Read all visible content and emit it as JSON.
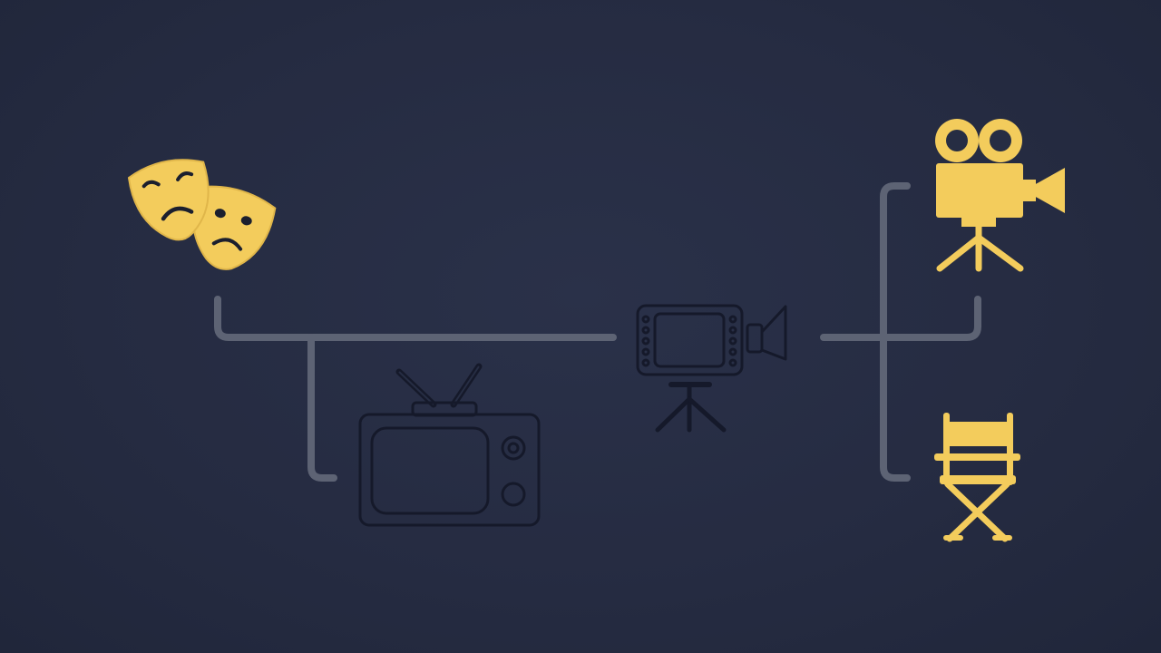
{
  "diagram": {
    "nodes": [
      {
        "id": "theater",
        "icon": "theater-masks-icon",
        "style": "accent"
      },
      {
        "id": "television",
        "icon": "retro-tv-icon",
        "style": "dark"
      },
      {
        "id": "video-camera",
        "icon": "video-camera-on-tripod-icon",
        "style": "dark"
      },
      {
        "id": "film-camera",
        "icon": "film-camera-on-tripod-icon",
        "style": "accent"
      },
      {
        "id": "directors-chair",
        "icon": "directors-chair-icon",
        "style": "accent"
      }
    ],
    "edges": [
      {
        "from": "theater",
        "to": "television"
      },
      {
        "from": "theater",
        "to": "video-camera"
      },
      {
        "from": "video-camera",
        "to": "film-camera"
      },
      {
        "from": "video-camera",
        "to": "directors-chair"
      }
    ]
  },
  "colors": {
    "background": "#262d43",
    "accent": "#f3cc5c",
    "connector": "#5d6374",
    "icon_dark": "#15192a"
  }
}
